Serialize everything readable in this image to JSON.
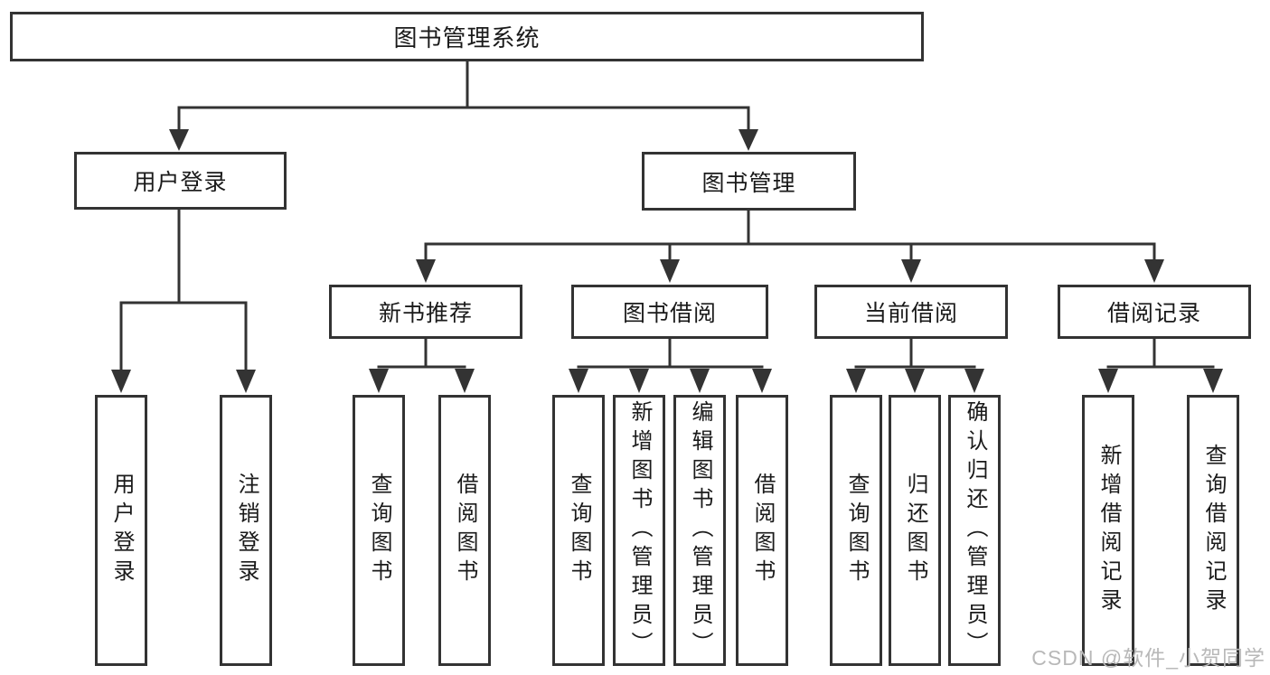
{
  "diagram": {
    "root": {
      "label": "图书管理系统"
    },
    "branches": [
      {
        "label": "用户登录",
        "children": [
          {
            "label": "用户登录"
          },
          {
            "label": "注销登录"
          }
        ]
      },
      {
        "label": "图书管理",
        "children": [
          {
            "label": "新书推荐",
            "children": [
              {
                "label": "查询图书"
              },
              {
                "label": "借阅图书"
              }
            ]
          },
          {
            "label": "图书借阅",
            "children": [
              {
                "label": "查询图书"
              },
              {
                "label": "新增图书（管理员）"
              },
              {
                "label": "编辑图书（管理员）"
              },
              {
                "label": "借阅图书"
              }
            ]
          },
          {
            "label": "当前借阅",
            "children": [
              {
                "label": "查询图书"
              },
              {
                "label": "归还图书"
              },
              {
                "label": "确认归还（管理员）"
              }
            ]
          },
          {
            "label": "借阅记录",
            "children": [
              {
                "label": "新增借阅记录"
              },
              {
                "label": "查询借阅记录"
              }
            ]
          }
        ]
      }
    ]
  },
  "watermark": "CSDN @软件_小贺同学",
  "colors": {
    "line": "#333333",
    "text": "#1a1a1a",
    "watermark": "#b8b8b8",
    "background": "#ffffff"
  }
}
